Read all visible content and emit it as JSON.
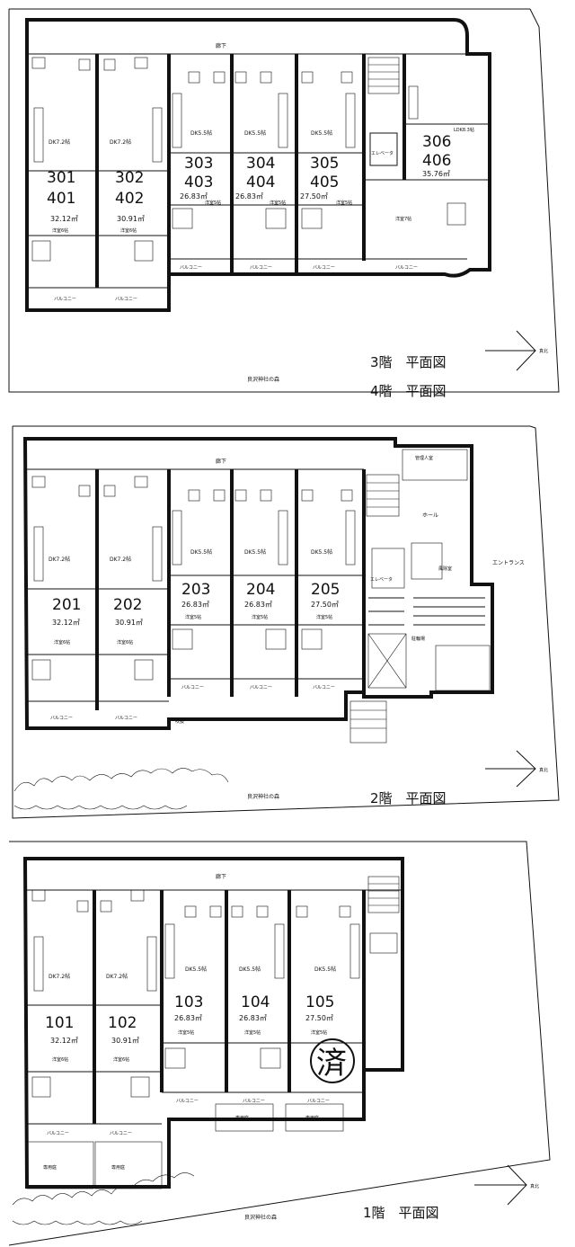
{
  "corridor_label": "廊下",
  "north_label": "真北",
  "balcony_label": "バルコニー",
  "shrine_label": "良沢神社の森",
  "floors": {
    "f34": {
      "title_a": "3階　平面図",
      "title_b": "4階　平面図",
      "units": [
        {
          "no_a": "301",
          "no_b": "401",
          "dk": "DK7.2帖",
          "area": "32.12㎡",
          "room": "洋室6帖"
        },
        {
          "no_a": "302",
          "no_b": "402",
          "dk": "DK7.2帖",
          "area": "30.91㎡",
          "room": "洋室6帖"
        },
        {
          "no_a": "303",
          "no_b": "403",
          "dk": "DK5.5帖",
          "area": "26.83㎡",
          "room": "洋室5帖"
        },
        {
          "no_a": "304",
          "no_b": "404",
          "dk": "DK5.5帖",
          "area": "26.83㎡",
          "room": "洋室5帖"
        },
        {
          "no_a": "305",
          "no_b": "405",
          "dk": "DK5.5帖",
          "area": "27.50㎡",
          "room": "洋室5帖"
        },
        {
          "no_a": "306",
          "no_b": "406",
          "dk": "LDK8.3帖",
          "area": "35.76㎡",
          "room": "洋室7帖"
        }
      ],
      "elevator": "エレベータ"
    },
    "f2": {
      "title": "2階　平面図",
      "units": [
        {
          "no": "201",
          "dk": "DK7.2帖",
          "area": "32.12㎡",
          "room": "洋室6帖"
        },
        {
          "no": "202",
          "dk": "DK7.2帖",
          "area": "30.91㎡",
          "room": "洋室6帖"
        },
        {
          "no": "203",
          "dk": "DK5.5帖",
          "area": "26.83㎡",
          "room": "洋室5帖"
        },
        {
          "no": "204",
          "dk": "DK5.5帖",
          "area": "26.83㎡",
          "room": "洋室5帖"
        },
        {
          "no": "205",
          "dk": "DK5.5帖",
          "area": "27.50㎡",
          "room": "洋室5帖"
        }
      ],
      "hall": "ホール",
      "entrance": "エントランス",
      "elevator": "エレベータ",
      "parking": "駐輪場",
      "manager": "管理人室",
      "void": "吹抜",
      "mail": "風除室"
    },
    "f1": {
      "title": "1階　平面図",
      "units": [
        {
          "no": "101",
          "dk": "DK7.2帖",
          "area": "32.12㎡",
          "room": "洋室6帖"
        },
        {
          "no": "102",
          "dk": "DK7.2帖",
          "area": "30.91㎡",
          "room": "洋室6帖"
        },
        {
          "no": "103",
          "dk": "DK5.5帖",
          "area": "26.83㎡",
          "room": "洋室5帖"
        },
        {
          "no": "104",
          "dk": "DK5.5帖",
          "area": "26.83㎡",
          "room": "洋室5帖"
        },
        {
          "no": "105",
          "dk": "DK5.5帖",
          "area": "27.50㎡",
          "room": "洋室5帖"
        }
      ],
      "garden": "専用庭",
      "sold_stamp": "済"
    }
  }
}
